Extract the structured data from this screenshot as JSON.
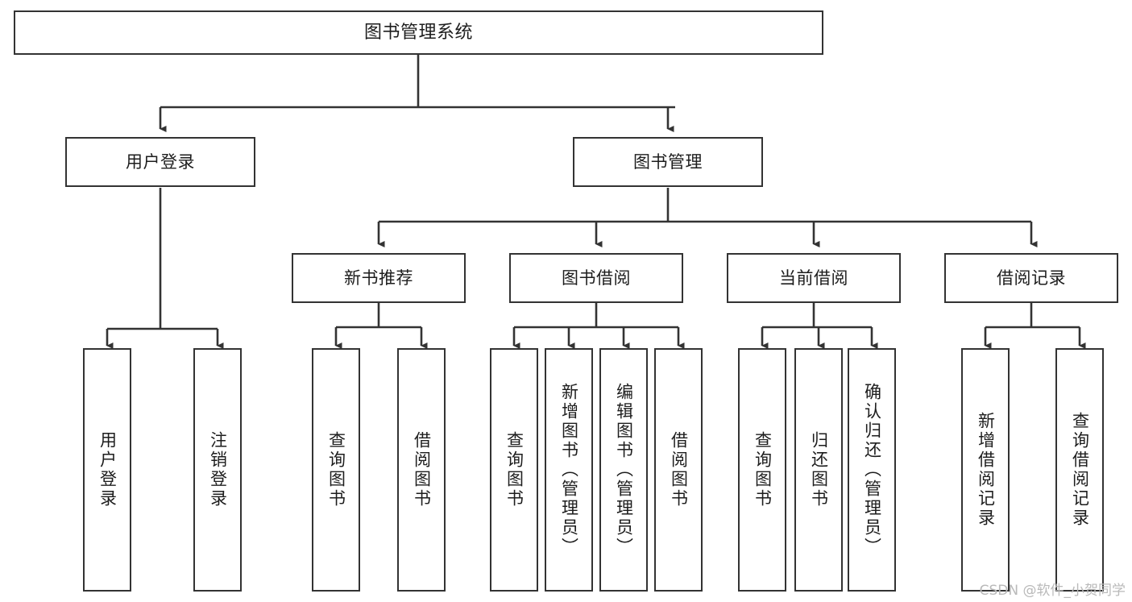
{
  "diagram": {
    "type": "tree",
    "title": "图书管理系统",
    "orientation": "top-down",
    "colors": {
      "box_border": "#333333",
      "box_fill": "#ffffff",
      "edge": "#333333",
      "text": "#1d1d1d",
      "watermark": "#b9b9b9"
    },
    "root": {
      "label": "图书管理系统"
    },
    "level2": [
      {
        "label": "用户登录"
      },
      {
        "label": "图书管理"
      }
    ],
    "level3": [
      {
        "label": "新书推荐"
      },
      {
        "label": "图书借阅"
      },
      {
        "label": "当前借阅"
      },
      {
        "label": "借阅记录"
      }
    ],
    "leaves": {
      "user_login": [
        {
          "label": "用户登录"
        },
        {
          "label": "注销登录"
        }
      ],
      "new_book_recommend": [
        {
          "label": "查询图书"
        },
        {
          "label": "借阅图书"
        }
      ],
      "book_borrow": [
        {
          "label": "查询图书"
        },
        {
          "label": "新增图书（管理员）"
        },
        {
          "label": "编辑图书（管理员）"
        },
        {
          "label": "借阅图书"
        }
      ],
      "current_borrow": [
        {
          "label": "查询图书"
        },
        {
          "label": "归还图书"
        },
        {
          "label": "确认归还（管理员）"
        }
      ],
      "borrow_record": [
        {
          "label": "新增借阅记录"
        },
        {
          "label": "查询借阅记录"
        }
      ]
    }
  },
  "watermark": {
    "text": "CSDN @软件_小贺同学"
  }
}
